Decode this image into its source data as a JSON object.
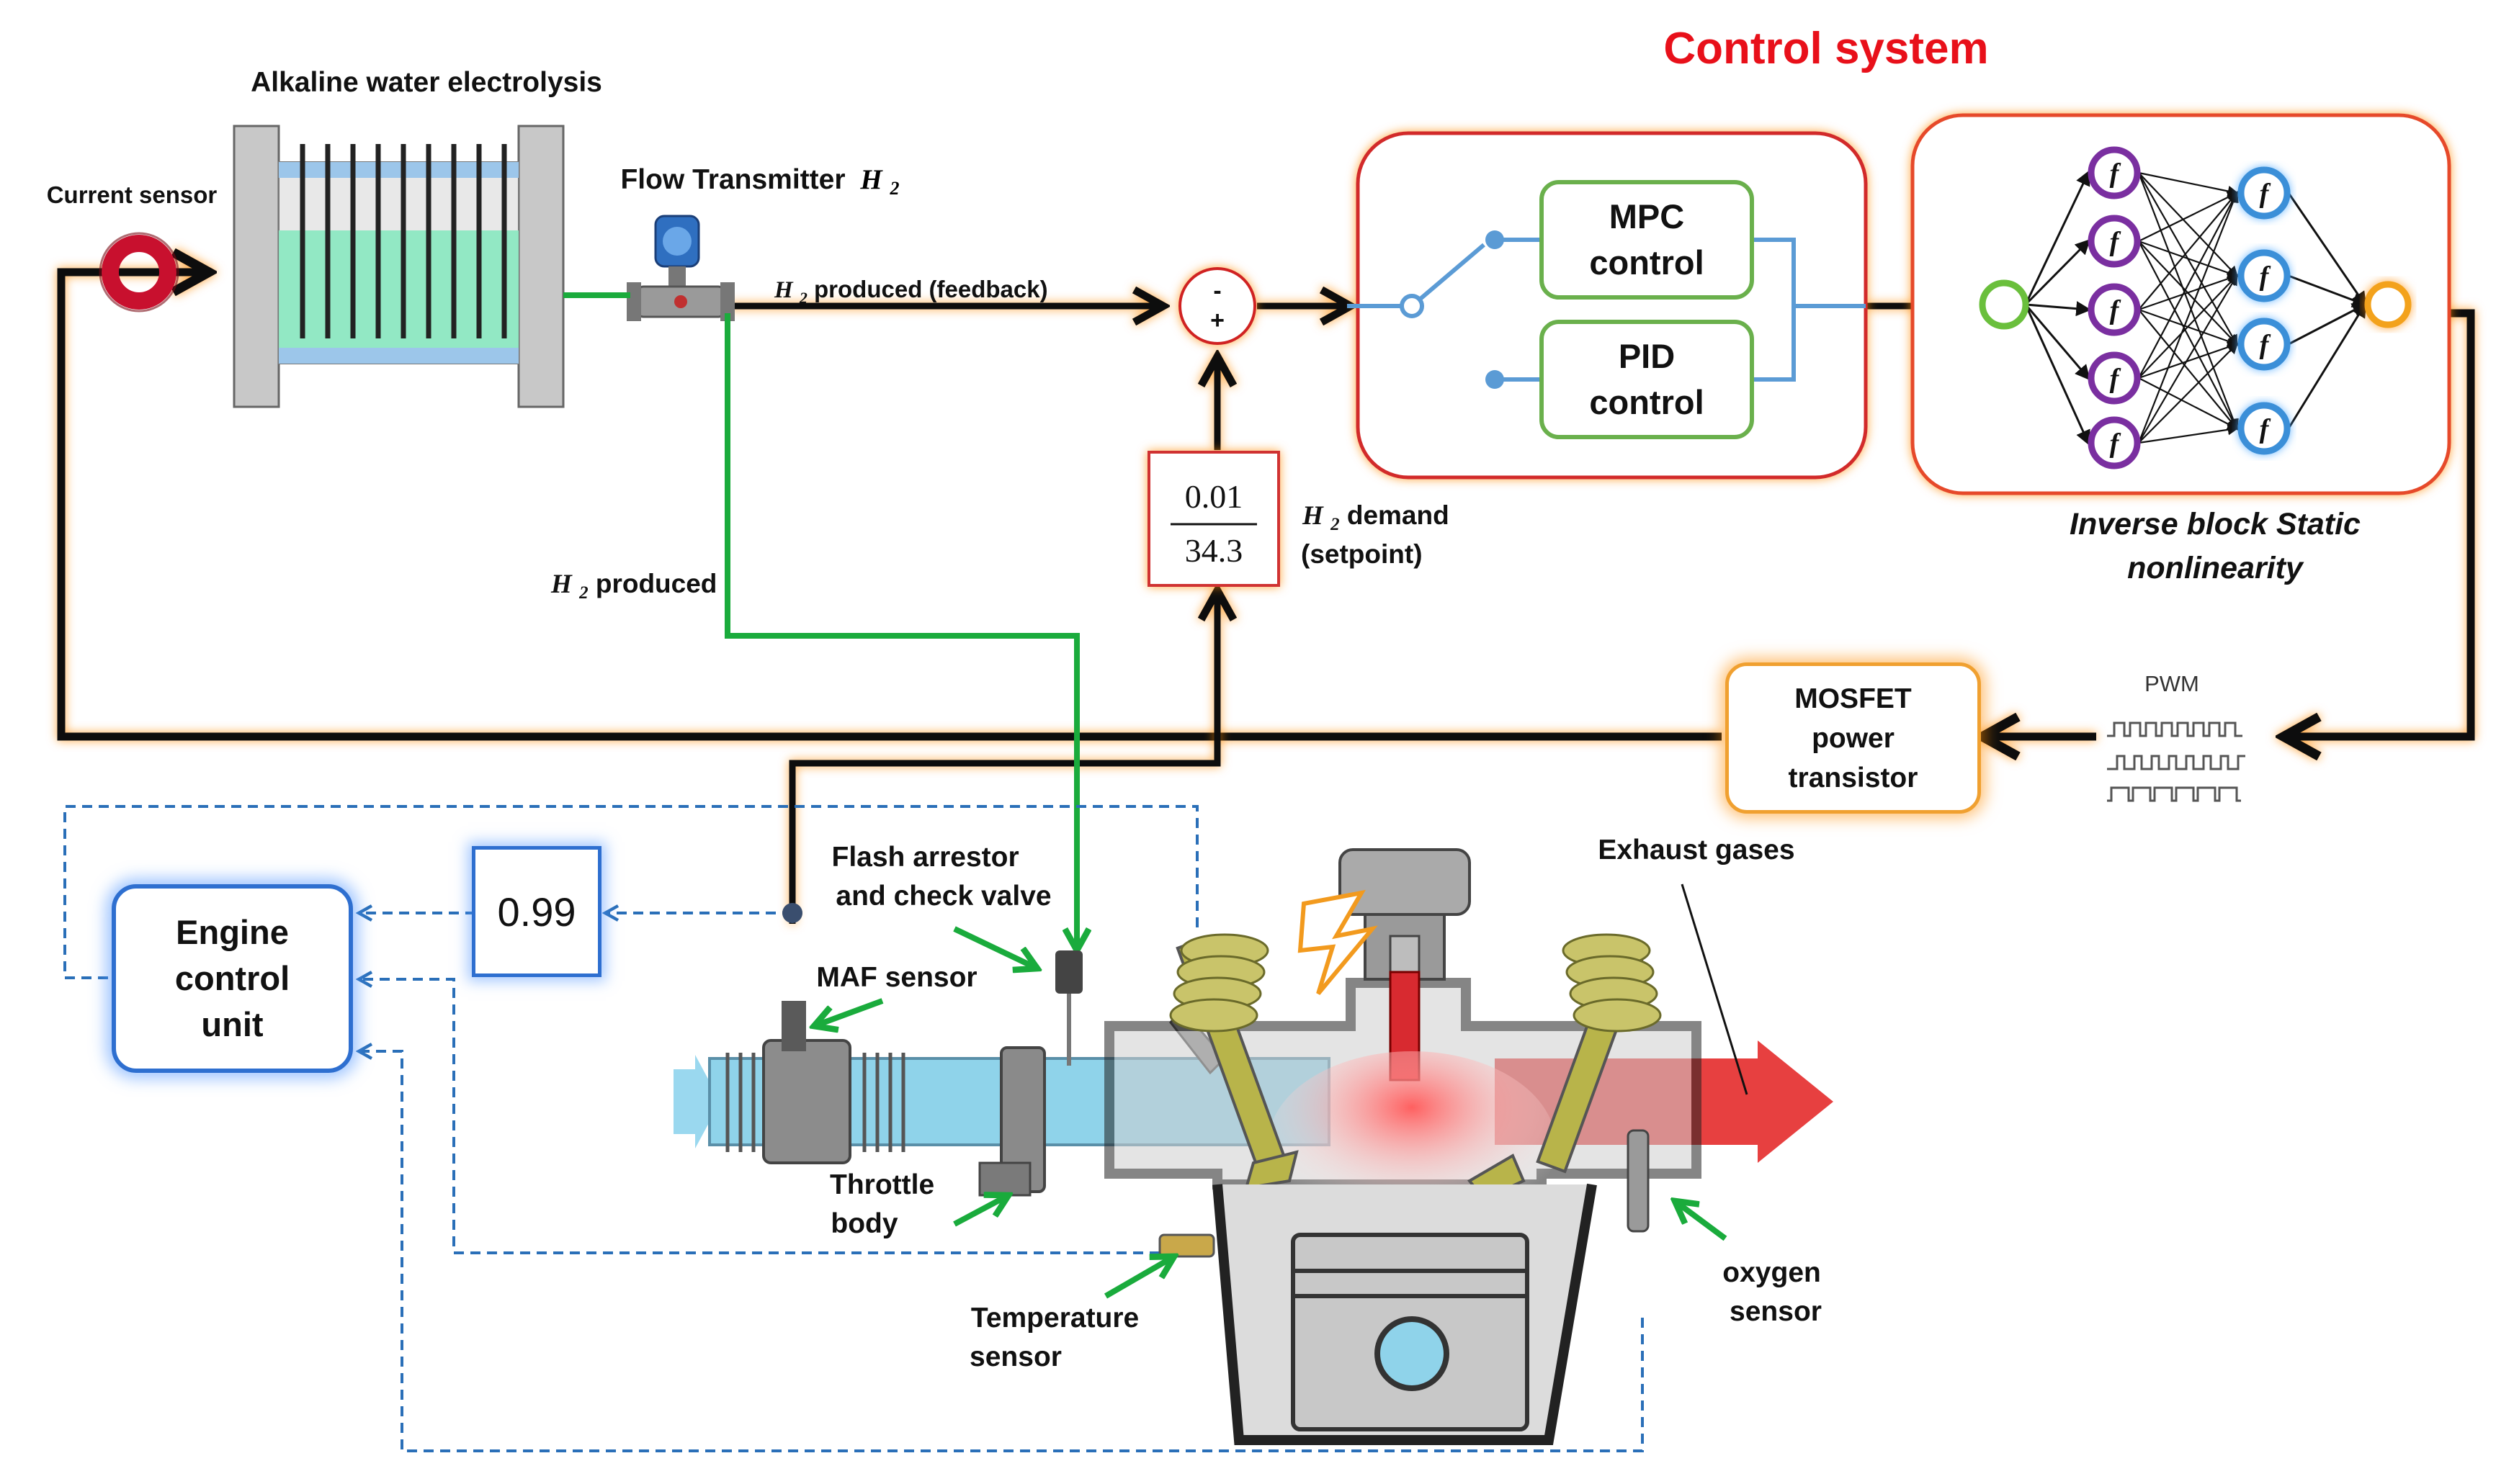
{
  "title": "Control system",
  "electrolyzer": {
    "label": "Alkaline water electrolysis"
  },
  "current_sensor": {
    "label": "Current sensor"
  },
  "flow_transmitter": {
    "label": "Flow Transmitter",
    "symbol": "H",
    "sub": "2"
  },
  "feedback": {
    "symbol": "H",
    "sub": "2",
    "label": " produced (feedback)"
  },
  "produced": {
    "symbol": "H",
    "sub": "2",
    "label": " produced"
  },
  "summing": {
    "minus": "-",
    "plus": "+"
  },
  "demand": {
    "numerator": "0.01",
    "denominator": "34.3",
    "symbol": "H",
    "sub": "2",
    "label": " demand",
    "label2": "(setpoint)"
  },
  "controllers": {
    "mpc": "MPC\ncontrol",
    "pid": "PID\ncontrol"
  },
  "nn": {
    "node_symbol": "f",
    "caption_line1": "Inverse block Static",
    "caption_line2": "nonlinearity"
  },
  "pwm": {
    "label": "PWM"
  },
  "mosfet": {
    "label": "MOSFET\npower\ntransistor"
  },
  "ecu": {
    "label": "Engine\ncontrol\nunit"
  },
  "maf_value": {
    "value": "0.99"
  },
  "engine_labels": {
    "flash_arrestor": "Flash arrestor\nand check valve",
    "maf_sensor": "MAF sensor",
    "throttle": "Throttle\nbody",
    "temperature": "Temperature\nsensor",
    "oxygen": "oxygen\nsensor",
    "exhaust": "Exhaust gases"
  },
  "colors": {
    "title_red": "#e8101a",
    "signal_black": "#111111",
    "h2_green": "#1aab3c",
    "ecu_blue_dashed": "#2a6fb8",
    "controller_green": "#6ab04c",
    "switch_blue": "#5b9bd5",
    "exhaust_red": "#e53030",
    "intake_blue": "#8fd3ea"
  }
}
